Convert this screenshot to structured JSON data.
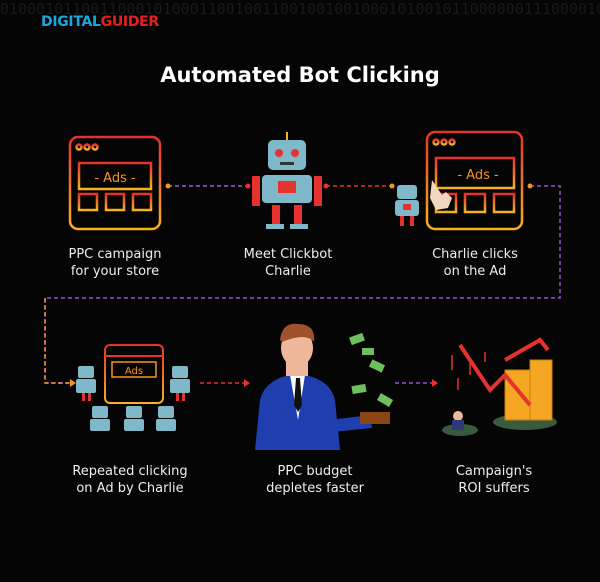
{
  "logo": {
    "part1": "DIGITAL",
    "part2": "GUIDER"
  },
  "title": "Automated Bot Clicking",
  "steps": [
    {
      "line1": "PPC campaign",
      "line2": "for your store",
      "ad_text": "- Ads -"
    },
    {
      "line1": "Meet Clickbot",
      "line2": "Charlie"
    },
    {
      "line1": "Charlie clicks",
      "line2": "on the Ad",
      "ad_text": "- Ads -"
    },
    {
      "line1": "Repeated clicking",
      "line2": "on Ad by Charlie",
      "ad_text": "Ads"
    },
    {
      "line1": "PPC budget",
      "line2": "depletes faster"
    },
    {
      "line1": "Campaign's",
      "line2": "ROI suffers"
    }
  ],
  "colors": {
    "brand_blue": "#1aa7e0",
    "brand_red": "#e8201c",
    "orange": "#f7941d",
    "red": "#e5322d",
    "purple": "#8e44ad"
  }
}
